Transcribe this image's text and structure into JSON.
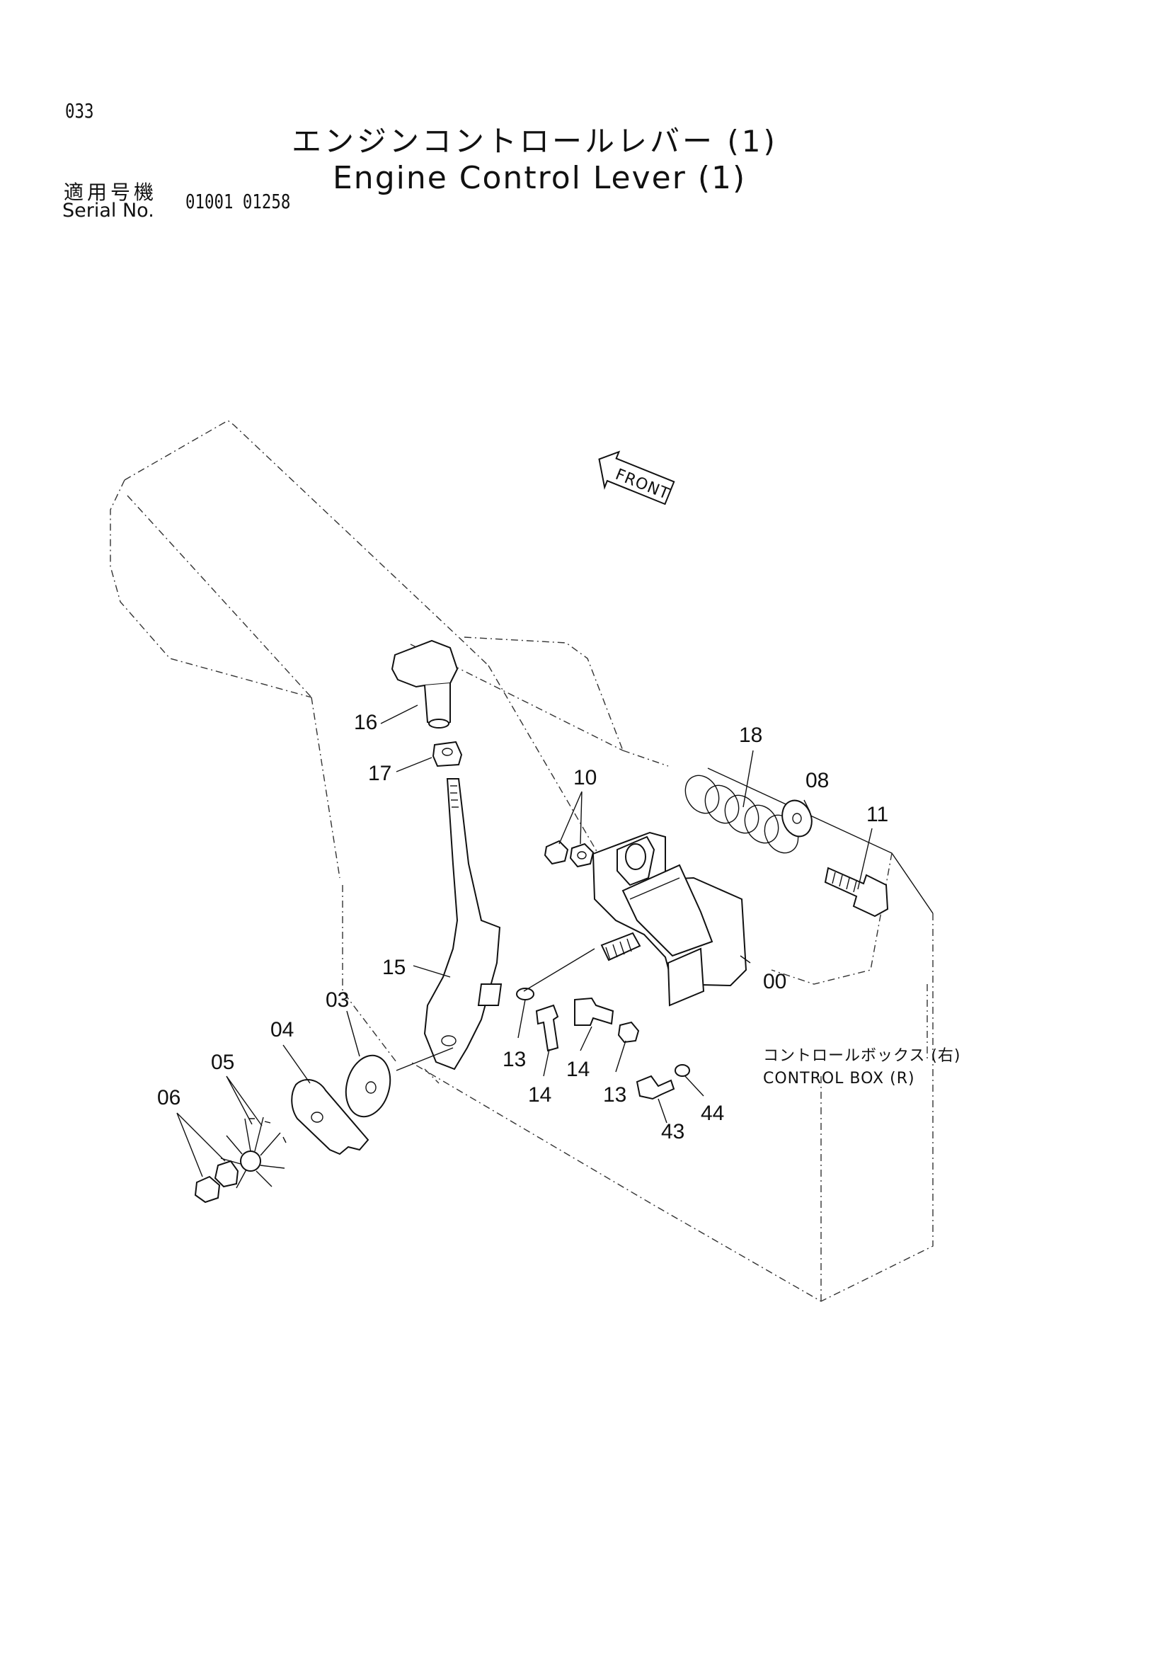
{
  "page_number": "033",
  "title": {
    "japanese": "エンジンコントロールレバー (1)",
    "english": "Engine Control Lever (1)"
  },
  "serial": {
    "label_japanese": "適用号機",
    "label_english": "Serial No.",
    "range": "01001 01258"
  },
  "front_marker": "FRONT",
  "control_box": {
    "label_japanese": "コントロールボックス (右)",
    "label_english": "CONTROL BOX (R)"
  },
  "callouts": [
    {
      "id": "16",
      "text": "16"
    },
    {
      "id": "17",
      "text": "17"
    },
    {
      "id": "10",
      "text": "10"
    },
    {
      "id": "18",
      "text": "18"
    },
    {
      "id": "08",
      "text": "08"
    },
    {
      "id": "11",
      "text": "11"
    },
    {
      "id": "15",
      "text": "15"
    },
    {
      "id": "00",
      "text": "00"
    },
    {
      "id": "03",
      "text": "03"
    },
    {
      "id": "04",
      "text": "04"
    },
    {
      "id": "05",
      "text": "05"
    },
    {
      "id": "06",
      "text": "06"
    },
    {
      "id": "13a",
      "text": "13"
    },
    {
      "id": "14a",
      "text": "14"
    },
    {
      "id": "14b",
      "text": "14"
    },
    {
      "id": "13b",
      "text": "13"
    },
    {
      "id": "43",
      "text": "43"
    },
    {
      "id": "44",
      "text": "44"
    }
  ]
}
